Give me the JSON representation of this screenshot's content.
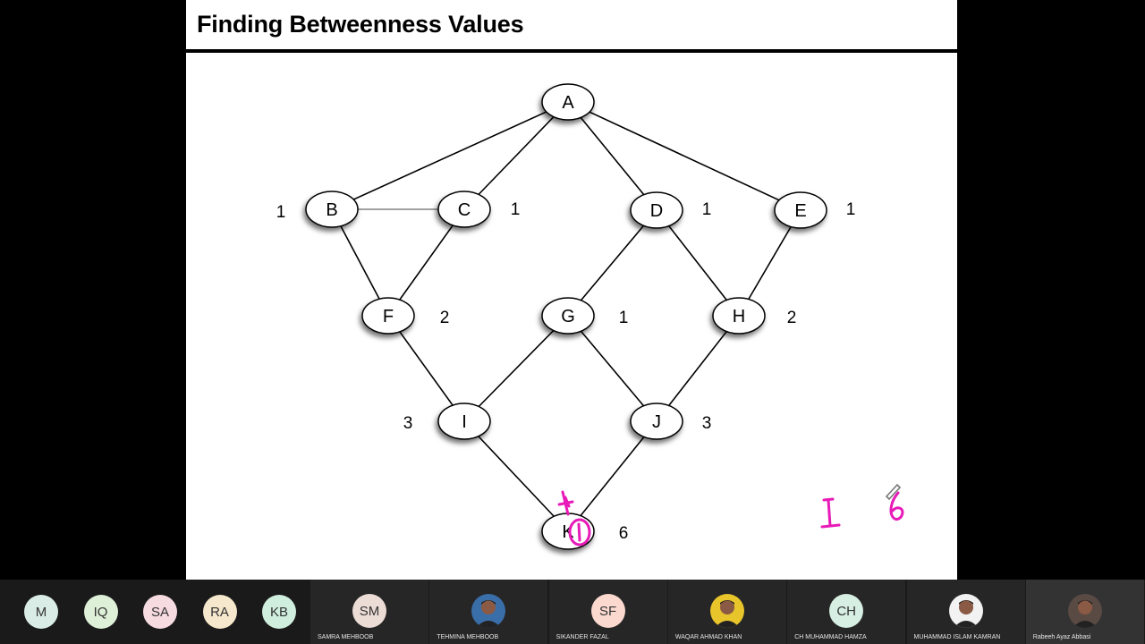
{
  "slide": {
    "title": "Finding Betweenness Values"
  },
  "graph": {
    "nodes": [
      {
        "id": "A",
        "label": "A",
        "score": ""
      },
      {
        "id": "B",
        "label": "B",
        "score": "1"
      },
      {
        "id": "C",
        "label": "C",
        "score": "1"
      },
      {
        "id": "D",
        "label": "D",
        "score": "1"
      },
      {
        "id": "E",
        "label": "E",
        "score": "1"
      },
      {
        "id": "F",
        "label": "F",
        "score": "2"
      },
      {
        "id": "G",
        "label": "G",
        "score": "1"
      },
      {
        "id": "H",
        "label": "H",
        "score": "2"
      },
      {
        "id": "I",
        "label": "I",
        "score": "3"
      },
      {
        "id": "J",
        "label": "J",
        "score": "3"
      },
      {
        "id": "K",
        "label": "K",
        "score": "6"
      }
    ],
    "edges": [
      [
        "A",
        "B"
      ],
      [
        "A",
        "C"
      ],
      [
        "A",
        "D"
      ],
      [
        "A",
        "E"
      ],
      [
        "B",
        "C"
      ],
      [
        "B",
        "F"
      ],
      [
        "C",
        "F"
      ],
      [
        "D",
        "G"
      ],
      [
        "D",
        "H"
      ],
      [
        "E",
        "H"
      ],
      [
        "F",
        "I"
      ],
      [
        "G",
        "I"
      ],
      [
        "G",
        "J"
      ],
      [
        "H",
        "J"
      ],
      [
        "I",
        "K"
      ],
      [
        "J",
        "K"
      ]
    ]
  },
  "annotations": {
    "ink_color": "#e81ab8",
    "handwritten_letter": "I",
    "handwritten_number": "6"
  },
  "participants": {
    "small": [
      {
        "initials": "M",
        "color": "#d9ece6"
      },
      {
        "initials": "IQ",
        "color": "#dff0d8"
      },
      {
        "initials": "SA",
        "color": "#f6dbe0"
      },
      {
        "initials": "RA",
        "color": "#f5e8cc"
      },
      {
        "initials": "KB",
        "color": "#cfeedd"
      }
    ],
    "tiles": [
      {
        "initials": "SM",
        "name": "SAMRA MEHBOOB",
        "avatar_color": "#ecdcd6",
        "avatar_type": "initials"
      },
      {
        "initials": "",
        "name": "TEHMINA MEHBOOB",
        "avatar_color": "#3a6ea8",
        "avatar_type": "photo"
      },
      {
        "initials": "SF",
        "name": "SIKANDER FAZAL",
        "avatar_color": "#fbd9cf",
        "avatar_type": "initials"
      },
      {
        "initials": "",
        "name": "WAQAR AHMAD KHAN",
        "avatar_color": "#e8c52a",
        "avatar_type": "photo"
      },
      {
        "initials": "CH",
        "name": "CH MUHAMMAD HAMZA",
        "avatar_color": "#d6efe2",
        "avatar_type": "initials"
      },
      {
        "initials": "",
        "name": "MUHAMMAD ISLAM KAMRAN",
        "avatar_color": "#f2f2f2",
        "avatar_type": "photo"
      },
      {
        "initials": "",
        "name": "Rabeeh Ayaz  Abbasi",
        "avatar_color": "#5a4a44",
        "avatar_type": "photo"
      }
    ]
  }
}
